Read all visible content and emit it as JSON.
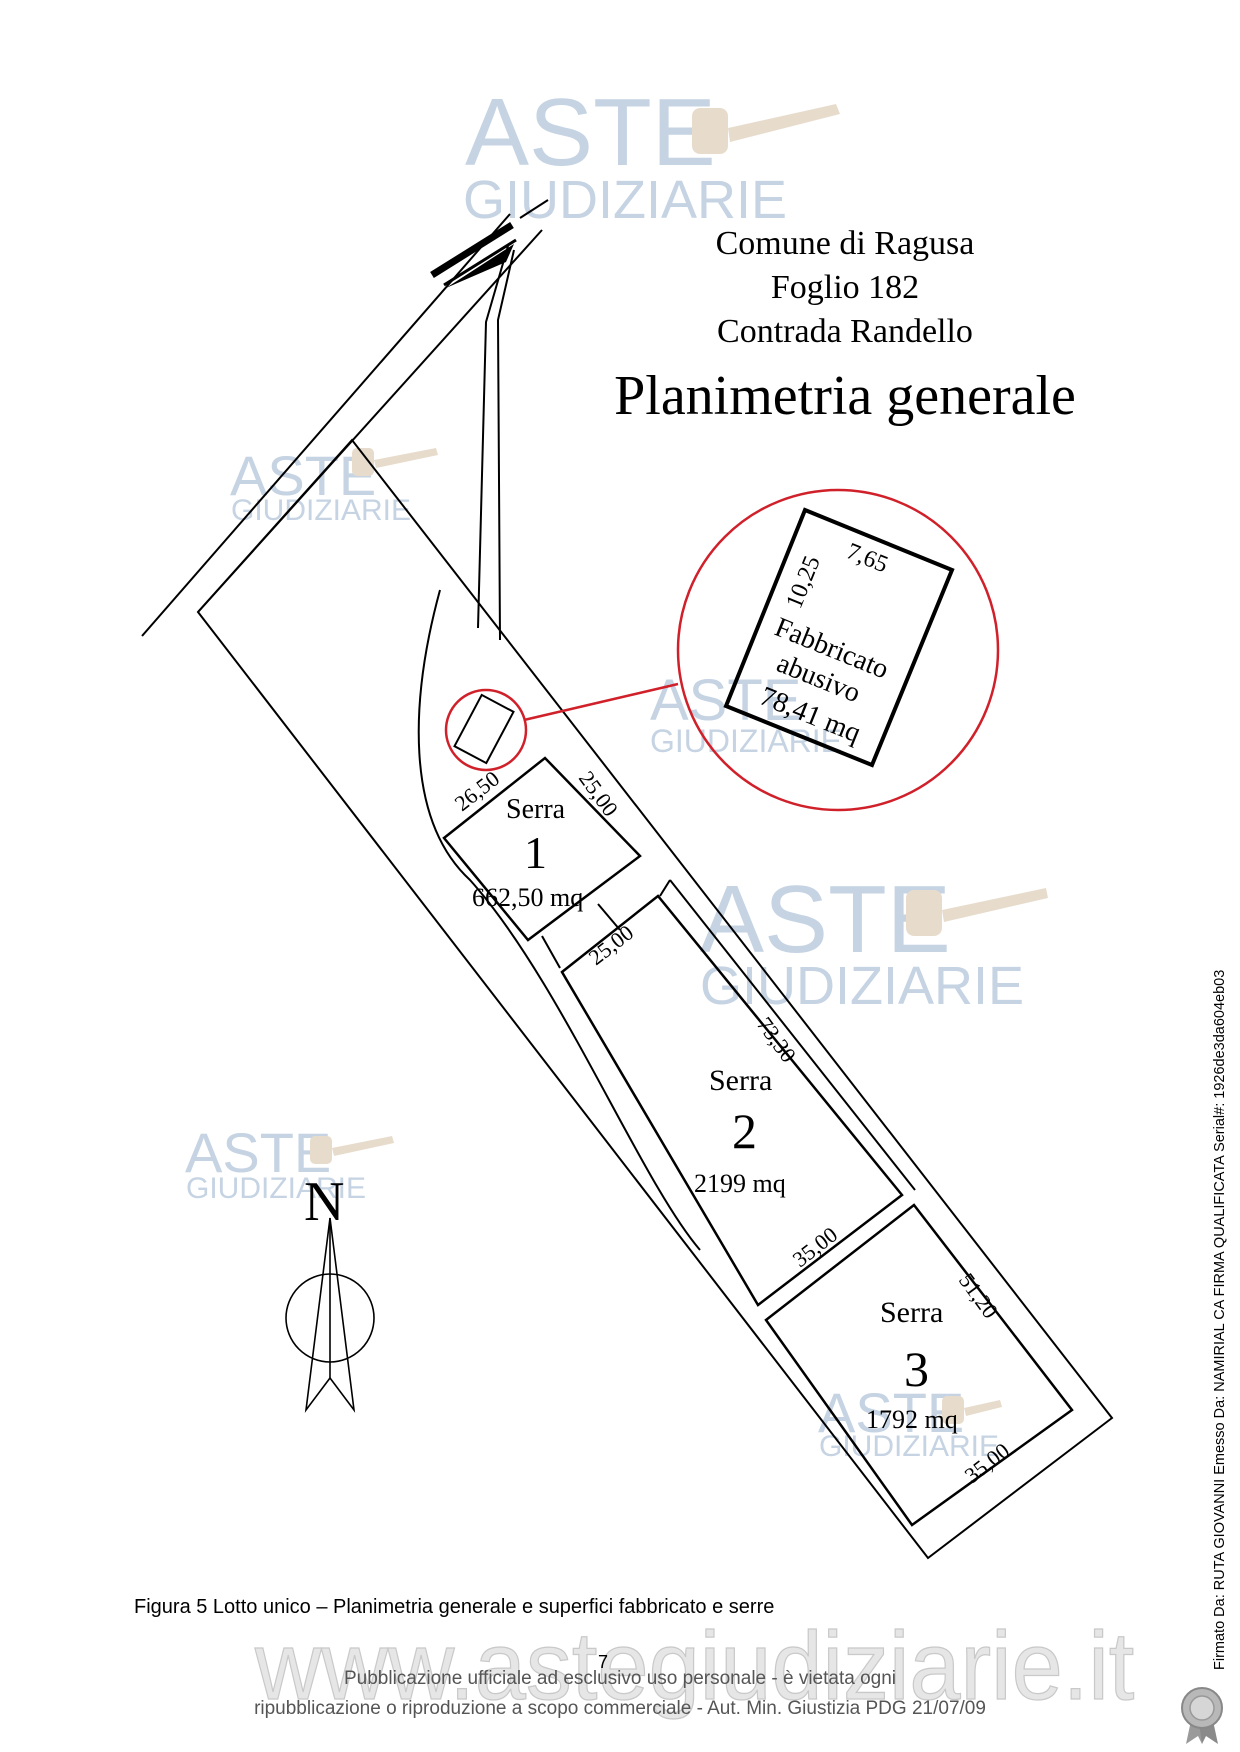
{
  "header": {
    "comune": "Comune di Ragusa",
    "foglio": "Foglio 182",
    "contrada": "Contrada Randello",
    "title": "Planimetria generale"
  },
  "watermark": {
    "brand_top": "ASTE",
    "brand_bottom": "GIUDIZIARIE",
    "website": "www.astegiudiziarie.it",
    "color": "#b9c8da"
  },
  "detail": {
    "width": "7,65",
    "height": "10,25",
    "label_line1": "Fabbricato",
    "label_line2": "abusivo",
    "area": "78,41 mq",
    "circle_color": "#d0202a"
  },
  "serre": [
    {
      "label": "Serra",
      "number": "1",
      "area": "662,50 mq",
      "dim_a": "26,50",
      "dim_b": "25,00"
    },
    {
      "label": "Serra",
      "number": "2",
      "area": "2199 mq",
      "dim_a": "25,00",
      "dim_b": "73,30",
      "dim_c": "35,00"
    },
    {
      "label": "Serra",
      "number": "3",
      "area": "1792 mq",
      "dim_a": "51,20",
      "dim_b": "35,00"
    }
  ],
  "compass": {
    "label": "N"
  },
  "caption": "Figura 5 Lotto unico – Planimetria generale e superfici fabbricato e serre",
  "page_number": "7",
  "footer": {
    "line1": "Pubblicazione ufficiale ad esclusivo uso personale - è vietata ogni",
    "line2": "ripubblicazione o riproduzione a scopo commerciale - Aut. Min. Giustizia PDG 21/07/09"
  },
  "signature": "Firmato Da: RUTA GIOVANNI Emesso Da: NAMIRIAL CA FIRMA QUALIFICATA Serial#: 1926de3da604eb03"
}
